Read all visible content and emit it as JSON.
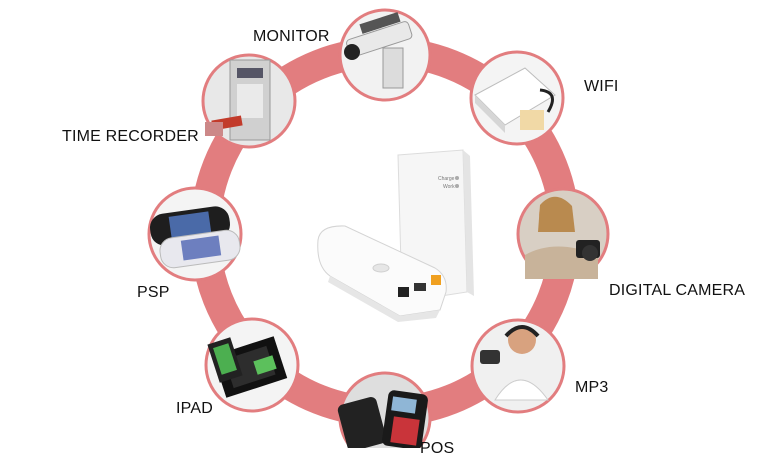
{
  "labels": {
    "monitor": "MONITOR",
    "wifi": "WIFI",
    "time_recorder": "TIME RECORDER",
    "digital_camera": "DIGITAL CAMERA",
    "psp": "PSP",
    "mp3": "MP3",
    "ipad": "IPAD",
    "pos": "POS"
  },
  "device_indicators": {
    "charge": "Charge",
    "work": "Work"
  },
  "colors": {
    "ring": "#e27d7f",
    "circle_border": "#e27d7f",
    "background": "#ffffff"
  }
}
